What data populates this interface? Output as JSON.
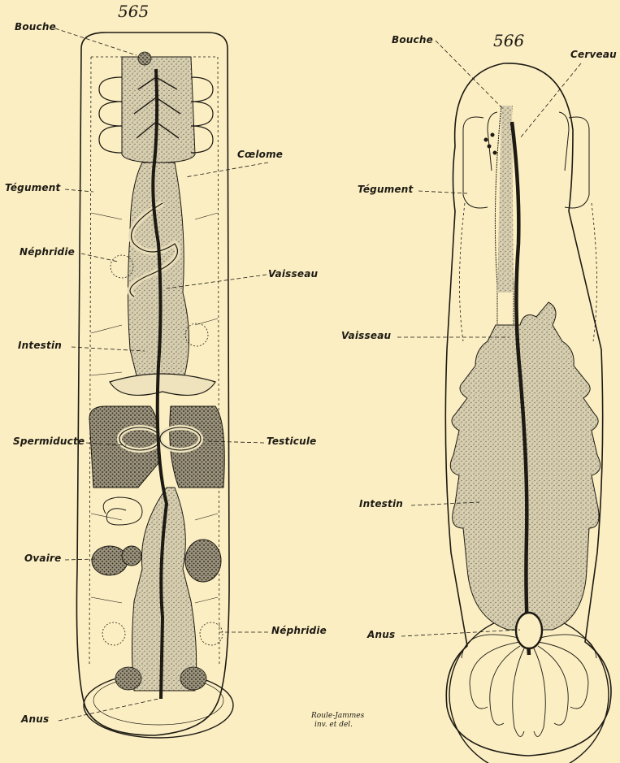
{
  "figures": [
    {
      "number": "565",
      "labels": {
        "bouche": "Bouche",
        "coelome": "Cœlome",
        "tegument": "Tégument",
        "nephridie_left": "Néphridie",
        "vaisseau": "Vaisseau",
        "intestin": "Intestin",
        "spermiducte": "Spermiducte",
        "testicule": "Testicule",
        "ovaire": "Ovaire",
        "nephridie_right": "Néphridie",
        "anus": "Anus"
      }
    },
    {
      "number": "566",
      "labels": {
        "bouche": "Bouche",
        "cerveau": "Cerveau",
        "tegument": "Tégument",
        "vaisseau": "Vaisseau",
        "intestin": "Intestin",
        "anus": "Anus"
      }
    }
  ],
  "signature": {
    "line1": "Roule-Jammes",
    "line2": "inv. et del."
  },
  "colors": {
    "paper": "#fbeec2",
    "ink": "#1d1a14",
    "stipple": "#c9c0a3"
  }
}
